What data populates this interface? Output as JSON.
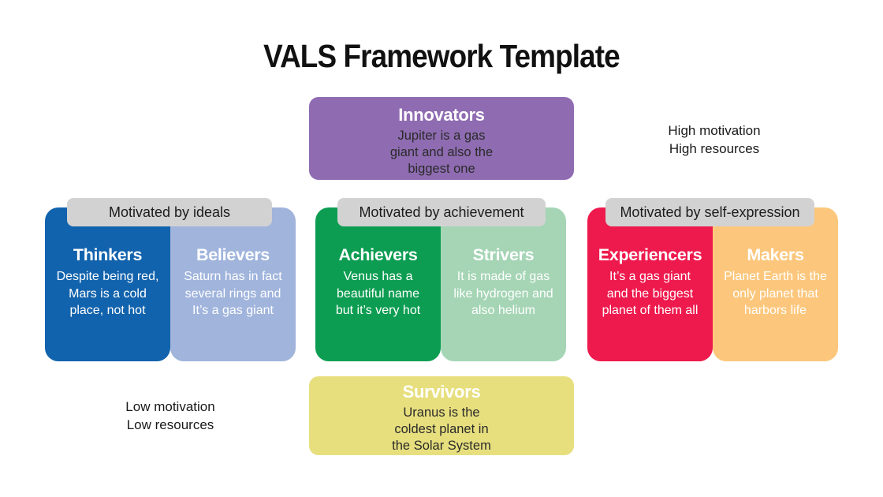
{
  "title": "VALS Framework Template",
  "pill_bg": "#d2d2d2",
  "annotations": {
    "top_right": "High motivation\nHigh resources",
    "bottom_left": "Low motivation\nLow resources"
  },
  "top_box": {
    "heading": "Innovators",
    "body": "Jupiter is a gas\ngiant and also the\nbiggest one",
    "color": "#8f6cb2"
  },
  "bottom_box": {
    "heading": "Survivors",
    "body": "Uranus is the\ncoldest planet in\nthe Solar System",
    "color": "#e7df7e"
  },
  "groups": [
    {
      "label": "Motivated by ideals",
      "cards": [
        {
          "heading": "Thinkers",
          "body": "Despite being red,\nMars is a cold\nplace, not hot",
          "color": "#1263ad"
        },
        {
          "heading": "Believers",
          "body": "Saturn has in fact\nseveral rings and\nIt’s a gas giant",
          "color": "#a0b4dc"
        }
      ]
    },
    {
      "label": "Motivated by achievement",
      "cards": [
        {
          "heading": "Achievers",
          "body": "Venus has a\nbeautiful name\nbut it’s very hot",
          "color": "#0d9d52"
        },
        {
          "heading": "Strivers",
          "body": "It is made of gas\nlike hydrogen and\nalso helium",
          "color": "#a5d5b5"
        }
      ]
    },
    {
      "label": "Motivated by self-expression",
      "cards": [
        {
          "heading": "Experiencers",
          "body": "It’s a gas giant\nand the biggest\nplanet of them all",
          "color": "#ee1a4d"
        },
        {
          "heading": "Makers",
          "body": "Planet Earth is the\nonly planet that\nharbors life",
          "color": "#fcc77c"
        }
      ]
    }
  ]
}
